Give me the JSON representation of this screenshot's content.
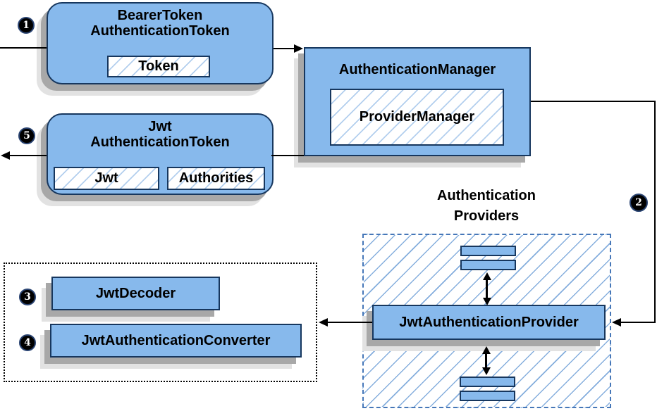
{
  "nodes": {
    "bearer": {
      "line1": "BearerToken",
      "line2": "AuthenticationToken",
      "token": "Token"
    },
    "manager": {
      "title": "AuthenticationManager",
      "inner": "ProviderManager"
    },
    "jwt_token": {
      "line1": "Jwt",
      "line2": "AuthenticationToken",
      "jwt": "Jwt",
      "authorities": "Authorities"
    },
    "providers": {
      "label_line1": "Authentication",
      "label_line2": "Providers",
      "provider": "JwtAuthenticationProvider"
    },
    "decoder": "JwtDecoder",
    "converter": "JwtAuthenticationConverter"
  },
  "badges": {
    "step1": "1",
    "step2": "2",
    "step3": "3",
    "step4": "4",
    "step5": "5"
  },
  "colors": {
    "node_fill": "#87b9ec",
    "node_border": "#17375e",
    "hatch_line": "#b3cfee",
    "providers_hatch_line": "#85aedd",
    "providers_border": "#4677b8",
    "arrow": "#000000",
    "shadow_dark": "#a8a8a8",
    "shadow_light": "#e2e2e2",
    "badge_bg": "#000000",
    "badge_text": "#ffffff"
  }
}
